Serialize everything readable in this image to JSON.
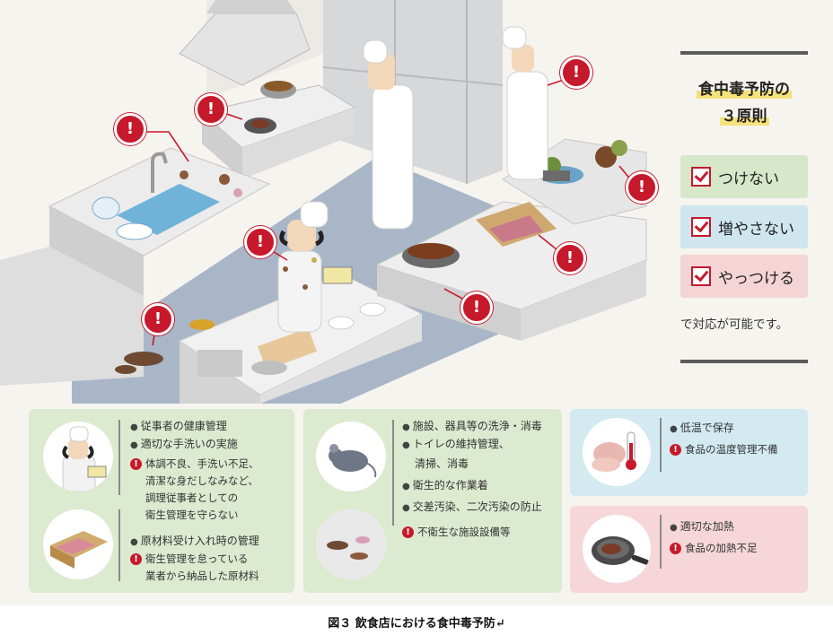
{
  "principles": {
    "title_line1": "食中毒予防の",
    "title_line2": "３原則",
    "items": [
      {
        "label": "つけない",
        "color": "#d6e8c9"
      },
      {
        "label": "増やさない",
        "color": "#cfe6ef"
      },
      {
        "label": "やっつける",
        "color": "#f5d4d6"
      }
    ],
    "note": "で対応が可能です。"
  },
  "alert_glyph": "!",
  "panels": {
    "staff": {
      "color": "#dcead0",
      "item1": "従事者の健康管理",
      "item2": "適切な手洗いの実施",
      "warn1": [
        "体調不良、手洗い不足、",
        "清潔な身だしなみなど、",
        "調理従事者としての",
        "衛生管理を守らない"
      ],
      "item3": "原材料受け入れ時の管理",
      "warn2": [
        "衛生管理を怠っている",
        "業者から納品した原材料"
      ]
    },
    "facility": {
      "color": "#dcead0",
      "item1": "施設、器具等の洗浄・消毒",
      "item2a": "トイレの維持管理、",
      "item2b": "清掃、消毒",
      "item3": "衛生的な作業着",
      "item4": "交差汚染、二次汚染の防止",
      "warn1": "不衛生な施設設備等"
    },
    "cold": {
      "color": "#d3eaf1",
      "item1": "低温で保存",
      "warn1": "食品の温度管理不備"
    },
    "heat": {
      "color": "#f6d6d8",
      "item1": "適切な加熱",
      "warn1": "食品の加熱不足"
    }
  },
  "caption": "図３ 飲食店における食中毒予防↵"
}
